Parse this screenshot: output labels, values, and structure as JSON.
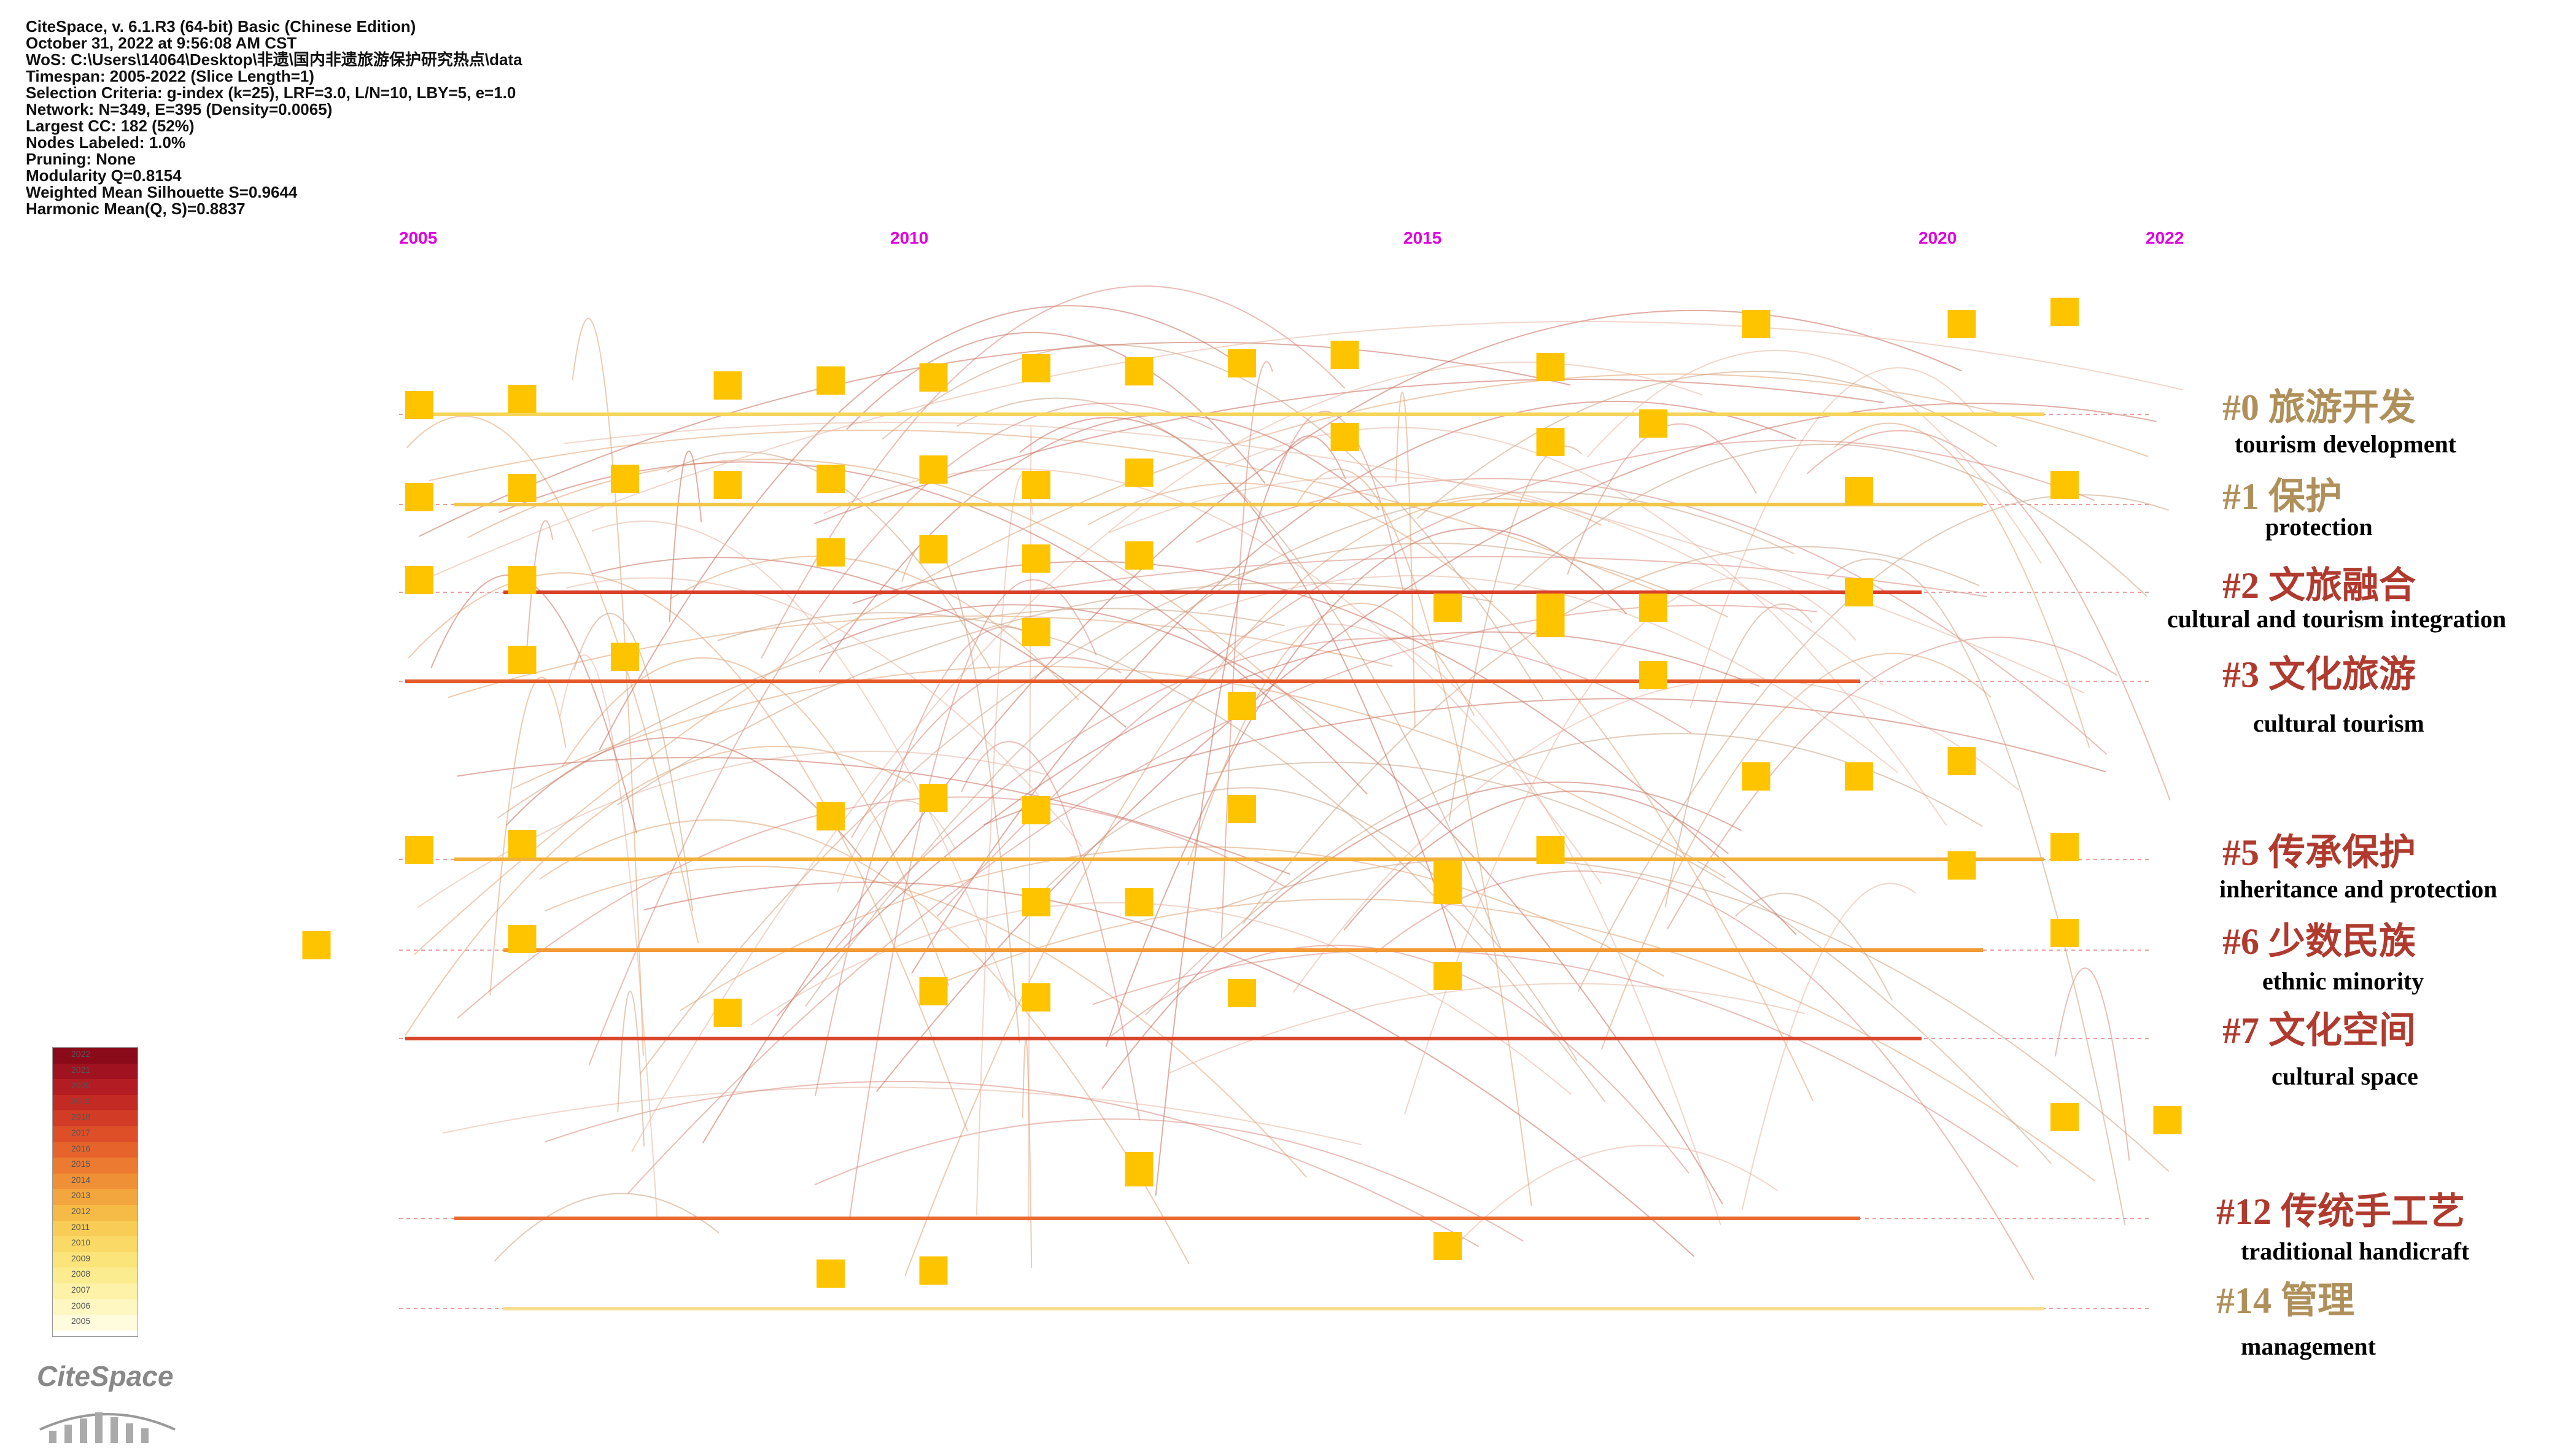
{
  "meta": {
    "lines": [
      "CiteSpace, v. 6.1.R3 (64-bit) Basic (Chinese Edition)",
      "October 31, 2022 at 9:56:08 AM CST",
      "WoS: C:\\Users\\14064\\Desktop\\非遗\\国内非遗旅游保护研究热点\\data",
      "Timespan: 2005-2022 (Slice Length=1)",
      "Selection Criteria: g-index (k=25), LRF=3.0, L/N=10, LBY=5, e=1.0",
      "Network: N=349, E=395 (Density=0.0065)",
      "Largest CC: 182 (52%)",
      "Nodes Labeled: 1.0%",
      "Pruning: None",
      "Modularity Q=0.8154",
      "Weighted Mean Silhouette S=0.9644",
      "Harmonic Mean(Q, S)=0.8837"
    ]
  },
  "timeline": {
    "years": [
      "2005",
      "2010",
      "2015",
      "2020",
      "2022"
    ],
    "year_color": "#e000e0"
  },
  "clusters": [
    {
      "id": "#0 旅游开发",
      "en": "tourism development",
      "color": "#b0905a"
    },
    {
      "id": "#1 保护",
      "en": "protection",
      "color": "#b0905a"
    },
    {
      "id": "#2 文旅融合",
      "en": "cultural and tourism integration",
      "color": "#b03a2e"
    },
    {
      "id": "#3 文化旅游",
      "en": "cultural tourism",
      "color": "#b03a2e"
    },
    {
      "id": "#5 传承保护",
      "en": "inheritance and protection",
      "color": "#b03a2e"
    },
    {
      "id": "#6 少数民族",
      "en": "ethnic minority",
      "color": "#b03a2e"
    },
    {
      "id": "#7 文化空间",
      "en": "cultural space",
      "color": "#b03a2e"
    },
    {
      "id": "#12 传统手工艺",
      "en": "traditional handicraft",
      "color": "#b03a2e"
    },
    {
      "id": "#14 管理",
      "en": "management",
      "color": "#b0905a"
    }
  ],
  "colorbar": {
    "years": [
      "2022",
      "2021",
      "2020",
      "2019",
      "2018",
      "2017",
      "2016",
      "2015",
      "2014",
      "2013",
      "2012",
      "2011",
      "2010",
      "2009",
      "2008",
      "2007",
      "2006",
      "2005"
    ],
    "colors": [
      "#8b0a1a",
      "#a0121f",
      "#b31c22",
      "#c42a24",
      "#d23b25",
      "#de4f28",
      "#e6642c",
      "#ec7a31",
      "#f09036",
      "#f3a63d",
      "#f6ba47",
      "#f8cc55",
      "#fad966",
      "#fbe47a",
      "#fcec90",
      "#fdf2a8",
      "#fef7c2",
      "#fffbdc"
    ]
  },
  "logo": {
    "text": "CiteSpace"
  }
}
